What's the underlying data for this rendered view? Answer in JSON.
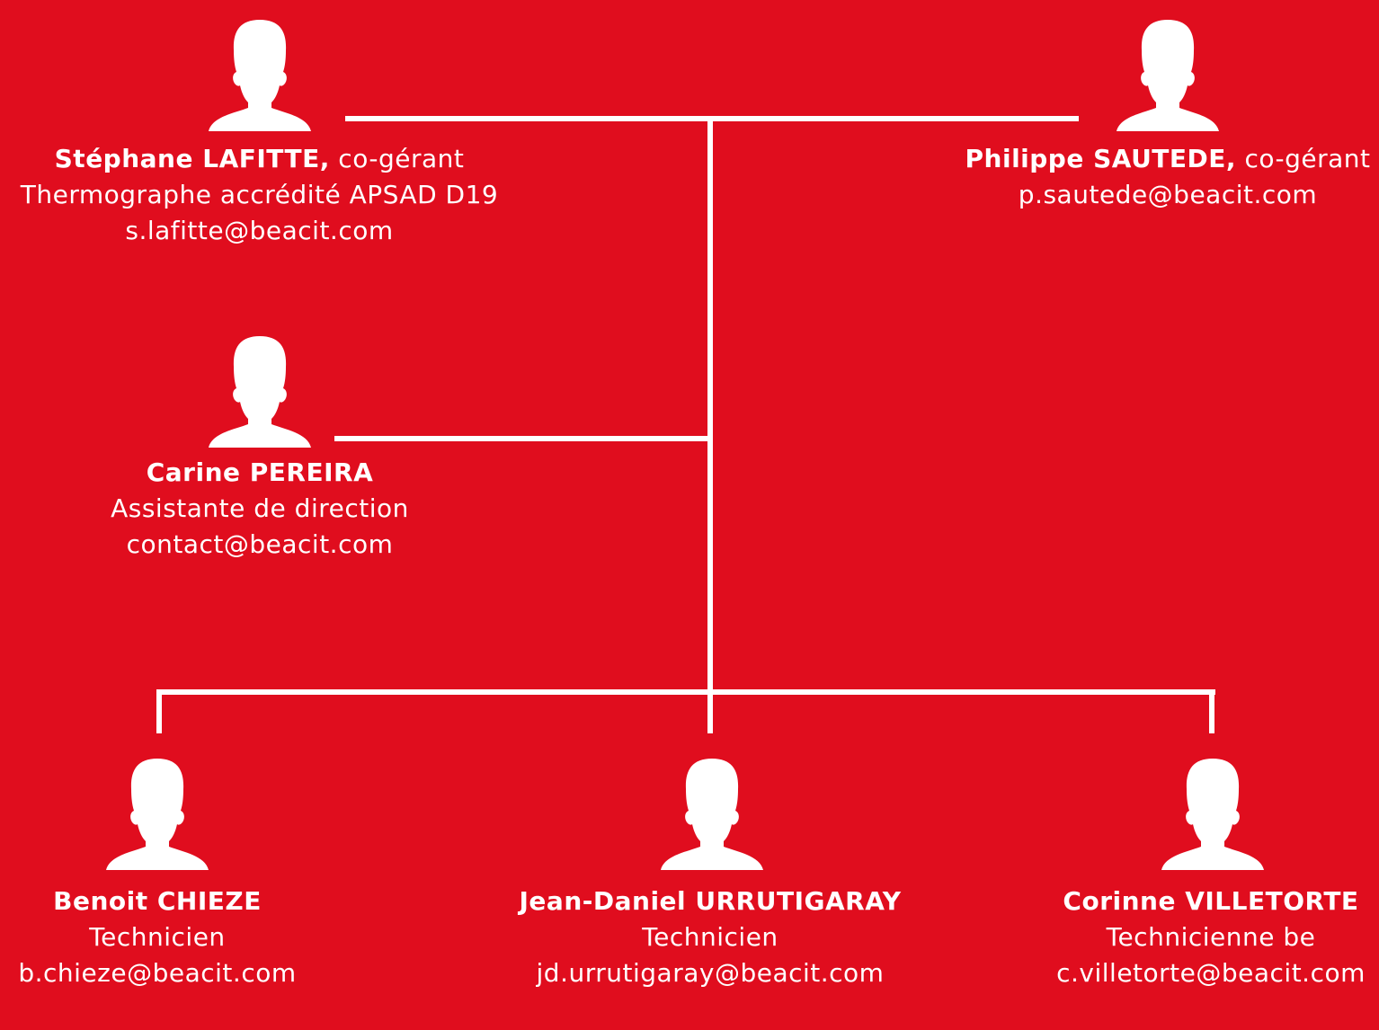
{
  "colors": {
    "background": "#e00d1e",
    "foreground": "#ffffff"
  },
  "people": {
    "lafitte": {
      "name": "Stéphane LAFITTE,",
      "role": "co-gérant",
      "title": "Thermographe accrédité APSAD D19",
      "email": "s.lafitte@beacit.com",
      "icon": "person-silhouette-icon"
    },
    "sautede": {
      "name": "Philippe SAUTEDE,",
      "role": "co-gérant",
      "email": "p.sautede@beacit.com",
      "icon": "person-silhouette-icon"
    },
    "pereira": {
      "name": "Carine PEREIRA",
      "title": "Assistante de direction",
      "email": "contact@beacit.com",
      "icon": "person-silhouette-icon"
    },
    "chieze": {
      "name": "Benoit CHIEZE",
      "title": "Technicien",
      "email": "b.chieze@beacit.com",
      "icon": "person-silhouette-icon"
    },
    "urrutigaray": {
      "name": "Jean-Daniel URRUTIGARAY",
      "title": "Technicien",
      "email": "jd.urrutigaray@beacit.com",
      "icon": "person-silhouette-icon"
    },
    "villetorte": {
      "name": "Corinne VILLETORTE",
      "title": "Technicienne be",
      "email": "c.villetorte@beacit.com",
      "icon": "person-silhouette-icon"
    }
  }
}
